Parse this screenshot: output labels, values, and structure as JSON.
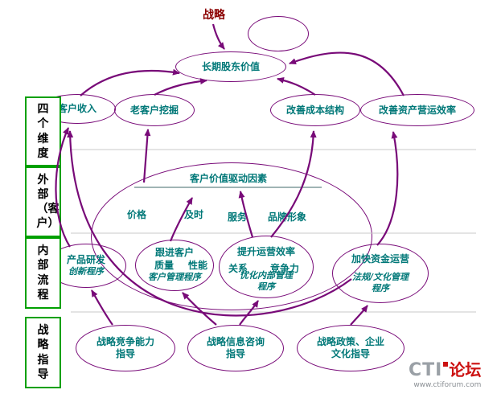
{
  "strategy": {
    "label": "战略"
  },
  "perspectives": [
    {
      "label": "四个维度"
    },
    {
      "label": "外部（客户）"
    },
    {
      "label": "内部流程"
    },
    {
      "label": "战略指导"
    }
  ],
  "nodes": {
    "shareholder_value": "长期股东价值",
    "customer_revenue": "客户收入",
    "old_customer_mining": "老客户挖掘",
    "improve_cost": "改善成本结构",
    "improve_asset": "改善资产营运效率",
    "value_drivers_title": "客户价值驱动因素",
    "product_rd": {
      "title": "产品研发",
      "sub": "创新程序"
    },
    "follow_customer": {
      "title": "跟进客户",
      "sub": "客户管理程序"
    },
    "improve_ops": {
      "title": "提升运营效率",
      "sub": "优化内部管理",
      "sub2": "程序"
    },
    "speed_capital": {
      "title": "加快资金运营",
      "sub": "法规/文化管理",
      "sub2": "程序"
    },
    "guide_competitive": {
      "title": "战略竞争能力",
      "sub": "指导"
    },
    "guide_info": {
      "title": "战略信息咨询",
      "sub": "指导"
    },
    "guide_policy": {
      "title": "战略政策、企业",
      "sub": "文化指导"
    }
  },
  "value_attributes": {
    "price": "价格",
    "timely": "及时",
    "service": "服务",
    "brand": "品牌形象",
    "quality": "质量",
    "performance": "性能",
    "relationship": "关系",
    "competitiveness": "竞争力"
  },
  "watermark": {
    "cti": "CTI",
    "forum": "论坛",
    "url": "www.ctiforum.com"
  },
  "colors": {
    "arrow": "#780a78",
    "node_border": "#780a78",
    "node_text": "#007878",
    "perspective_border": "#00a000",
    "gridline": "#c8c8c8"
  }
}
